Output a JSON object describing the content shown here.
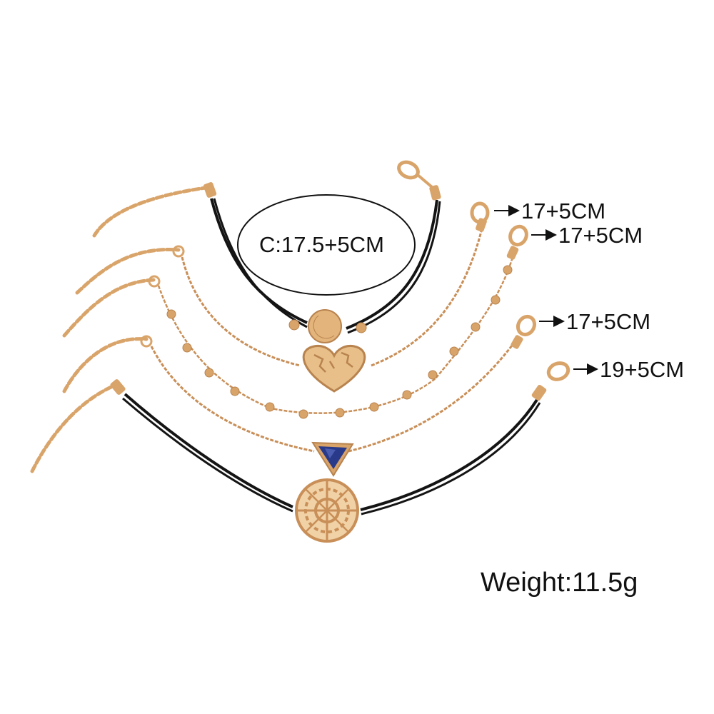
{
  "product": {
    "oval_label": "C:17.5+5CM",
    "size_labels": [
      "17+5CM",
      "17+5CM",
      "17+5CM",
      "19+5CM"
    ],
    "weight_label": "Weight:11.5g",
    "bracelets": [
      {
        "strand": "black cord",
        "charm": "crescent-moon-icon"
      },
      {
        "strand": "gold chain",
        "charm": "world-map-heart-icon"
      },
      {
        "strand": "gold bead chain",
        "charm": "none"
      },
      {
        "strand": "gold chain",
        "charm": "blue-triangle-stone-icon"
      },
      {
        "strand": "black cord",
        "charm": "filigree-disc-icon"
      }
    ]
  },
  "colors": {
    "background": "#ffffff",
    "gold": "#d9a46a",
    "gold_dark": "#b8834e",
    "cord": "#141414",
    "stone": "#2a3a8a",
    "text": "#111111"
  }
}
